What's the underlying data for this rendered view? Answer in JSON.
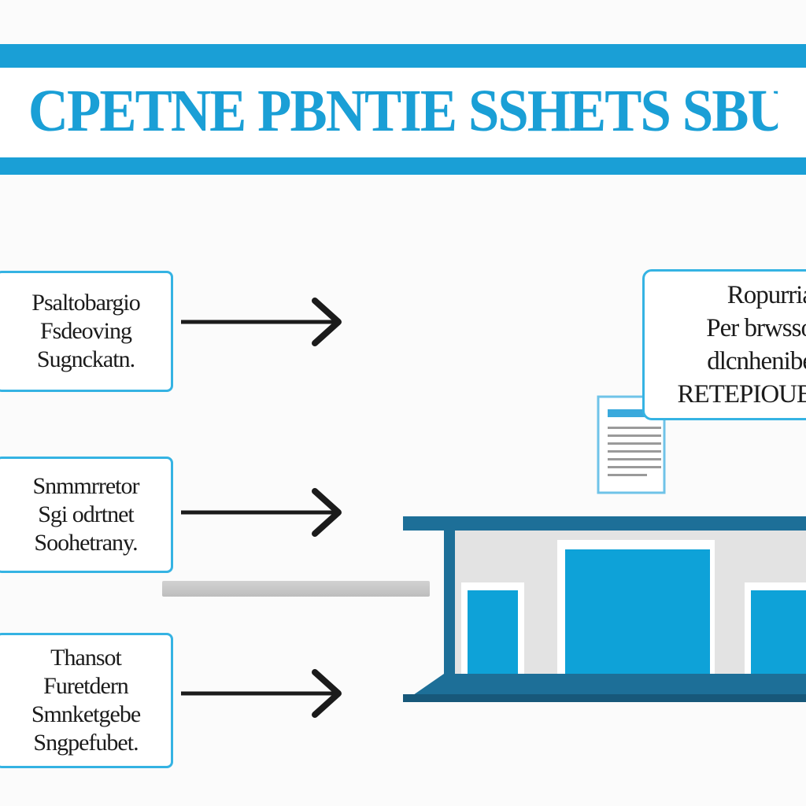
{
  "header": {
    "title": "CPETNE PBNTIE SSHETS SBURFIGB"
  },
  "steps": [
    {
      "lines": [
        "Psaltobargio",
        "Fsdeoving",
        "Sugnckatn."
      ]
    },
    {
      "lines": [
        "Snmmrretor",
        "Sgi odrtnet",
        "Soohetrany."
      ]
    },
    {
      "lines": [
        "Thansot",
        "Furetdern",
        "Smnketgebe",
        "Sngpefubet."
      ]
    }
  ],
  "info_box": {
    "lines": [
      "Ropurria",
      "Per brwsso",
      "dlcnhenibe",
      "RETEPIOUB"
    ]
  },
  "colors": {
    "accent": "#1a9fd6",
    "box_border": "#35b3e3",
    "arrow": "#1b1b1b",
    "building_roof": "#1d6f98",
    "building_wall": "#e3e3e3",
    "building_door": "#0ea2d8"
  },
  "icons": {
    "arrow": "arrow-right-icon",
    "building": "building-icon",
    "document": "document-icon"
  }
}
